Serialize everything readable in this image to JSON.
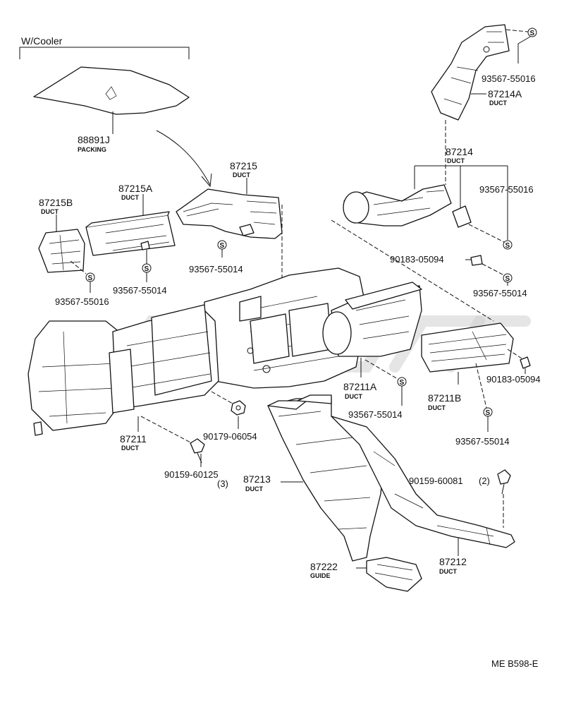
{
  "header": {
    "label": "W/Cooler"
  },
  "footer": {
    "code": "ME B598-E"
  },
  "symbols": {
    "screw": "S"
  },
  "parts": [
    {
      "id": "88891J",
      "number": "88891J",
      "name": "PACKING"
    },
    {
      "id": "87215",
      "number": "87215",
      "name": "DUCT"
    },
    {
      "id": "87215A",
      "number": "87215A",
      "name": "DUCT"
    },
    {
      "id": "87215B",
      "number": "87215B",
      "name": "DUCT"
    },
    {
      "id": "87214",
      "number": "87214",
      "name": "DUCT"
    },
    {
      "id": "87214A",
      "number": "87214A",
      "name": "DUCT"
    },
    {
      "id": "87211",
      "number": "87211",
      "name": "DUCT"
    },
    {
      "id": "87211A",
      "number": "87211A",
      "name": "DUCT"
    },
    {
      "id": "87211B",
      "number": "87211B",
      "name": "DUCT"
    },
    {
      "id": "87213",
      "number": "87213",
      "name": "DUCT"
    },
    {
      "id": "87212",
      "number": "87212",
      "name": "DUCT"
    },
    {
      "id": "87222",
      "number": "87222",
      "name": "GUIDE"
    }
  ],
  "fasteners": [
    {
      "id": "f1",
      "number": "93567-55016"
    },
    {
      "id": "f2",
      "number": "93567-55016"
    },
    {
      "id": "f3",
      "number": "93567-55016"
    },
    {
      "id": "f4",
      "number": "93567-55014"
    },
    {
      "id": "f5",
      "number": "93567-55014"
    },
    {
      "id": "f6",
      "number": "93567-55014"
    },
    {
      "id": "f7",
      "number": "93567-55014"
    },
    {
      "id": "f8",
      "number": "93567-55014"
    },
    {
      "id": "f9",
      "number": "90183-05094"
    },
    {
      "id": "f10",
      "number": "90183-05094"
    },
    {
      "id": "f11",
      "number": "90179-06054"
    },
    {
      "id": "f12",
      "number": "90159-60125",
      "qty": "(3)"
    },
    {
      "id": "f13",
      "number": "90159-60081",
      "qty": "(2)"
    }
  ]
}
